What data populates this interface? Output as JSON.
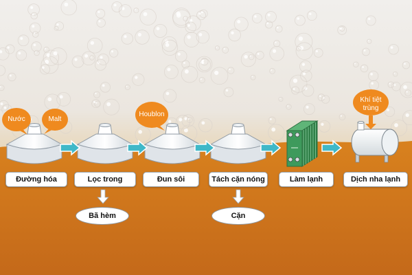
{
  "colors": {
    "accent_orange": "#ef8a1f",
    "arrow_teal": "#3fb8c8",
    "beer_amber": "#d9821e",
    "exchanger_green": "#3e9a5c"
  },
  "inputs": {
    "water": "Nước",
    "malt": "Malt",
    "hops": "Houblon",
    "sterile_air": "Khí tiệt\ntrùng"
  },
  "steps": [
    {
      "label": "Đường hóa",
      "icon": "funnel-vessel-icon"
    },
    {
      "label": "Lọc trong",
      "icon": "funnel-vessel-icon"
    },
    {
      "label": "Đun sôi",
      "icon": "funnel-vessel-icon"
    },
    {
      "label": "Tách cặn nóng",
      "icon": "funnel-vessel-icon"
    },
    {
      "label": "Làm lạnh",
      "icon": "plate-heat-exchanger-icon"
    },
    {
      "label": "Dịch nha lạnh",
      "icon": "horizontal-tank-icon"
    }
  ],
  "byproducts": {
    "spent_grain": "Bã hèm",
    "residue": "Cặn"
  }
}
